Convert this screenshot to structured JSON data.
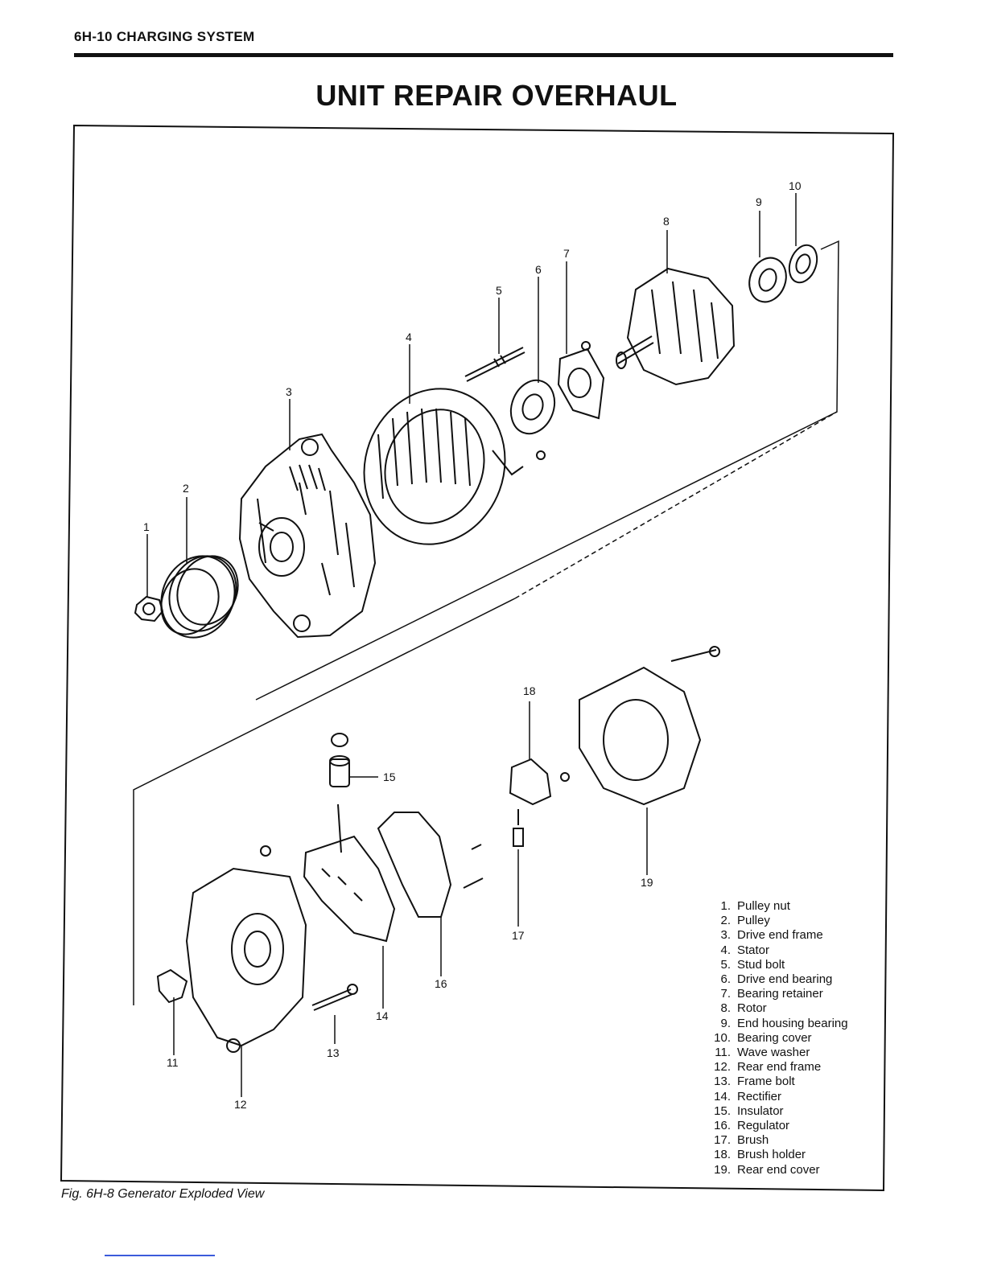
{
  "header": {
    "section": "6H-10 CHARGING SYSTEM"
  },
  "page_title": "UNIT REPAIR OVERHAUL",
  "figure": {
    "caption": "Fig. 6H-8 Generator Exploded View",
    "callouts": [
      "1",
      "2",
      "3",
      "4",
      "5",
      "6",
      "7",
      "8",
      "9",
      "10",
      "11",
      "12",
      "13",
      "14",
      "15",
      "16",
      "17",
      "18",
      "19"
    ],
    "legend": [
      {
        "num": "1.",
        "label": "Pulley nut"
      },
      {
        "num": "2.",
        "label": "Pulley"
      },
      {
        "num": "3.",
        "label": "Drive end frame"
      },
      {
        "num": "4.",
        "label": "Stator"
      },
      {
        "num": "5.",
        "label": "Stud bolt"
      },
      {
        "num": "6.",
        "label": "Drive end bearing"
      },
      {
        "num": "7.",
        "label": "Bearing retainer"
      },
      {
        "num": "8.",
        "label": "Rotor"
      },
      {
        "num": "9.",
        "label": "End housing bearing"
      },
      {
        "num": "10.",
        "label": "Bearing cover"
      },
      {
        "num": "11.",
        "label": "Wave washer"
      },
      {
        "num": "12.",
        "label": "Rear end frame"
      },
      {
        "num": "13.",
        "label": "Frame bolt"
      },
      {
        "num": "14.",
        "label": "Rectifier"
      },
      {
        "num": "15.",
        "label": "Insulator"
      },
      {
        "num": "16.",
        "label": "Regulator"
      },
      {
        "num": "17.",
        "label": "Brush"
      },
      {
        "num": "18.",
        "label": "Brush holder"
      },
      {
        "num": "19.",
        "label": "Rear end cover"
      }
    ]
  }
}
